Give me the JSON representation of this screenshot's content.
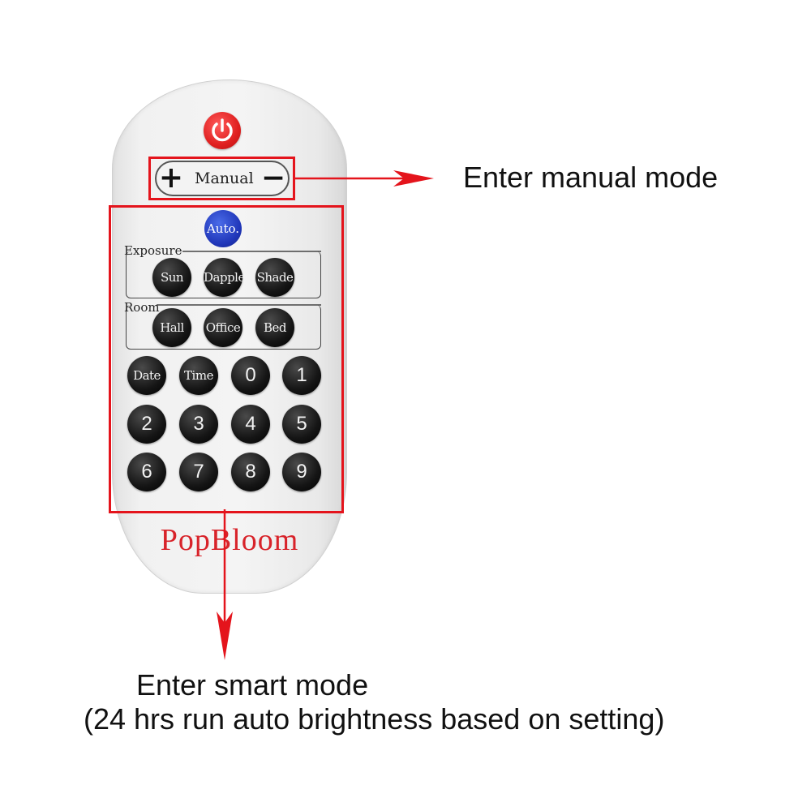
{
  "remote": {
    "manual_label": "Manual",
    "plus_symbol": "+",
    "minus_symbol": "−",
    "auto_label": "Auto.",
    "exposure_group": {
      "label": "Exposure",
      "buttons": [
        "Sun",
        "Dapple",
        "Shade"
      ]
    },
    "room_group": {
      "label": "Room",
      "buttons": [
        "Hall",
        "Office",
        "Bed"
      ]
    },
    "keypad": {
      "row1": [
        "Date",
        "Time",
        "0",
        "1"
      ],
      "row2": [
        "2",
        "3",
        "4",
        "5"
      ],
      "row3": [
        "6",
        "7",
        "8",
        "9"
      ]
    },
    "brand": "PopBloom"
  },
  "annotations": {
    "manual_mode": "Enter manual mode",
    "smart_mode_line1": "Enter smart mode",
    "smart_mode_line2": "(24 hrs run auto brightness based on setting)"
  },
  "colors": {
    "annotation_red": "#e4141c",
    "power_red": "#e02020",
    "auto_blue": "#1f35b8",
    "brand_red": "#d8232a"
  },
  "icons": {
    "power": "power-icon",
    "arrow_right": "arrow-right-icon",
    "arrow_down": "arrow-down-icon"
  }
}
